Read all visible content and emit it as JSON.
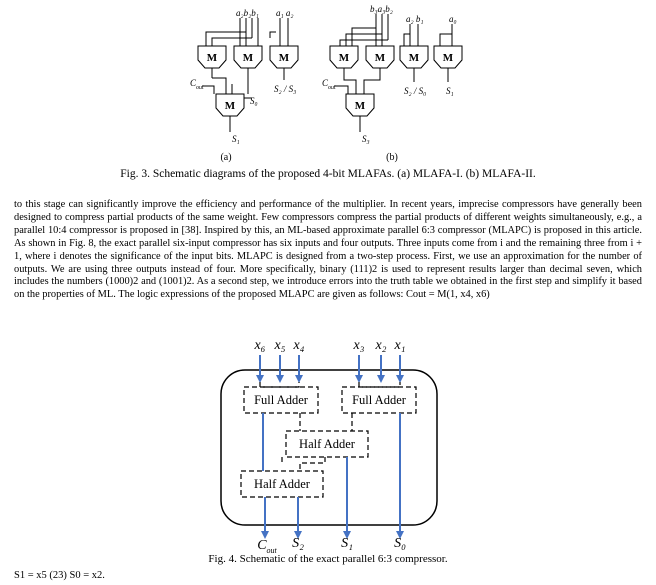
{
  "figure3": {
    "box_label": "M",
    "sub_a": {
      "inputs_left": "a₂b₂b₁",
      "inputs_right": "a₁ a₂",
      "cout": "C",
      "cout_sub": "out",
      "s0": "S₀",
      "s2s3": "S₂ / S₃",
      "s1": "S₁",
      "label": "(a)"
    },
    "sub_b": {
      "inputs_top": "b₃a₃b₂",
      "inputs_mid": "a₂ b₁",
      "input_a0": "a₀",
      "cout": "C",
      "cout_sub": "out",
      "s2s0": "S₂ / S₀",
      "s1_right": "S₁",
      "s3": "S₃",
      "label": "(b)"
    },
    "caption": "Fig. 3. Schematic diagrams of the proposed 4-bit MLAFAs. (a) MLAFA-I. (b) MLAFA-II."
  },
  "body_text": "to this stage can significantly improve the efficiency and performance of the multiplier. In recent years, imprecise compressors have generally been designed to compress partial products of the same weight. Few compressors compress the partial products of different weights simultaneously, e.g., a parallel 10:4 compressor is proposed in [38]. Inspired by this, an ML-based approximate parallel 6:3 compressor (MLAPC) is proposed in this article. As shown in Fig. 8, the exact parallel six-input compressor has six inputs and four outputs. Three inputs come from i and the remaining three from i + 1, where i denotes the significance of the input bits. MLAPC is designed from a two-step process. First, we use an approximation for the number of outputs. We are using three outputs instead of four. More specifically, binary (111)2 is used to represent results larger than decimal seven, which includes the numbers (1000)2 and (1001)2. As a second step, we introduce errors into the truth table we obtained in the first step and simplify it based on the properties of ML. The logic expressions of the proposed MLAPC are given as follows: Cout = M(1, x4, x6)",
  "figure4": {
    "inputs": [
      "x₆",
      "x₅",
      "x₄",
      "x₃",
      "x₂",
      "x₁"
    ],
    "full_adder_left": "Full Adder",
    "full_adder_right": "Full Adder",
    "half_adder_mid": "Half Adder",
    "half_adder_low": "Half Adder",
    "outputs": [
      "C",
      "S₂",
      "S₁",
      "S₀"
    ],
    "cout_sub": "out",
    "caption": "Fig. 4. Schematic of the exact parallel 6:3 compressor.",
    "colors": {
      "wire": "#4472c4",
      "stroke": "#000000"
    }
  },
  "tail_text": "S1 = x5 (23) S0 = x2."
}
